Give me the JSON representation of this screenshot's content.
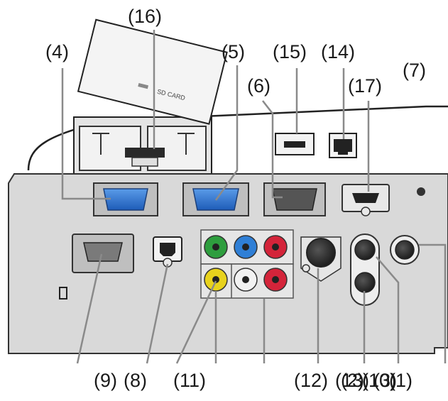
{
  "labels": {
    "l4": "(4)",
    "l16": "(16)",
    "l5": "(5)",
    "l15": "(15)",
    "l14": "(14)",
    "l7": "(7)",
    "l6": "(6)",
    "l17": "(17)",
    "l9": "(9)",
    "l8": "(8)",
    "l11": "(11)",
    "l12": "(12)",
    "l13": "(13)",
    "l10": "(10)",
    "l3": "(3)",
    "l2": "(2)",
    "l1": "(1)"
  },
  "sd_card_label": "SD CARD",
  "colors": {
    "panel": "#d9d9d9",
    "panel_shade": "#c8c8c8",
    "vga_blue": "#2c6fcf",
    "rca_green": "#2e9e3e",
    "rca_blue": "#2f7fd6",
    "rca_red": "#d4243a",
    "rca_yellow": "#e8d21c",
    "rca_white": "#f2f2f2",
    "dark_port": "#2a2a2a"
  }
}
